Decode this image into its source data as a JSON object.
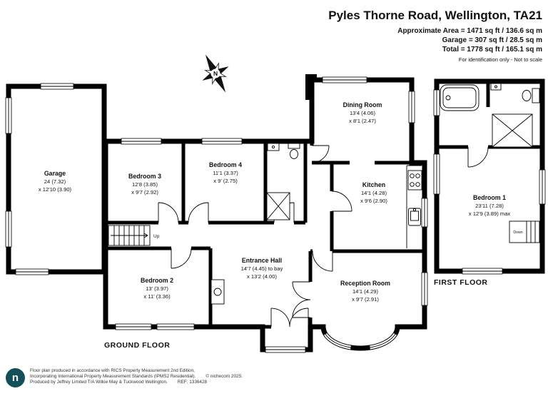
{
  "header": {
    "title": "Pyles Thorne Road, Wellington, TA21",
    "area_line1": "Approximate Area = 1471 sq ft / 136.6 sq m",
    "area_line2": "Garage = 307 sq ft / 28.5 sq m",
    "area_line3": "Total = 1778 sq ft / 165.1 sq m",
    "disclaimer": "For identification only - Not to scale"
  },
  "floor_labels": {
    "ground": "GROUND FLOOR",
    "first": "FIRST FLOOR"
  },
  "rooms": {
    "garage": {
      "name": "Garage",
      "dim1": "24 (7.32)",
      "dim2": "x 12'10 (3.90)"
    },
    "bedroom3": {
      "name": "Bedroom 3",
      "dim1": "12'8 (3.85)",
      "dim2": "x 9'7 (2.92)"
    },
    "bedroom4": {
      "name": "Bedroom 4",
      "dim1": "11'1 (3.37)",
      "dim2": "x 9' (2.75)"
    },
    "dining": {
      "name": "Dining Room",
      "dim1": "13'4 (4.06)",
      "dim2": "x 8'1 (2.47)"
    },
    "kitchen": {
      "name": "Kitchen",
      "dim1": "14'1 (4.28)",
      "dim2": "x 9'6 (2.90)"
    },
    "bedroom2": {
      "name": "Bedroom 2",
      "dim1": "13' (3.97)",
      "dim2": "x 11' (3.36)"
    },
    "entrance": {
      "name": "Entrance Hall",
      "dim1": "14'7 (4.45) to bay",
      "dim2": "x 13'2 (4.00)"
    },
    "reception": {
      "name": "Reception Room",
      "dim1": "14'1 (4.29)",
      "dim2": "x 9'7 (2.91)"
    },
    "bedroom1": {
      "name": "Bedroom 1",
      "dim1": "23'11 (7.28)",
      "dim2": "x 12'9 (3.89) max"
    }
  },
  "stairs": {
    "up": "Up",
    "down": "Down"
  },
  "compass": {
    "north": "N"
  },
  "footer": {
    "logo": "n",
    "line1": "Floor plan produced in accordance with RICS Property Measurement 2nd Edition,",
    "line2": "Incorporating International Property Measurement Standards (IPMS2 Residential).",
    "copyright": "© nichecom 2025.",
    "line3": "Produced by Jeffrey Limited T/A Wilkie May & Tuckwood Wellington.",
    "ref": "REF: 1336428"
  },
  "colors": {
    "walls": "#000000",
    "text": "#111111",
    "logo_bg": "#14505a",
    "footer_text": "#333333"
  }
}
